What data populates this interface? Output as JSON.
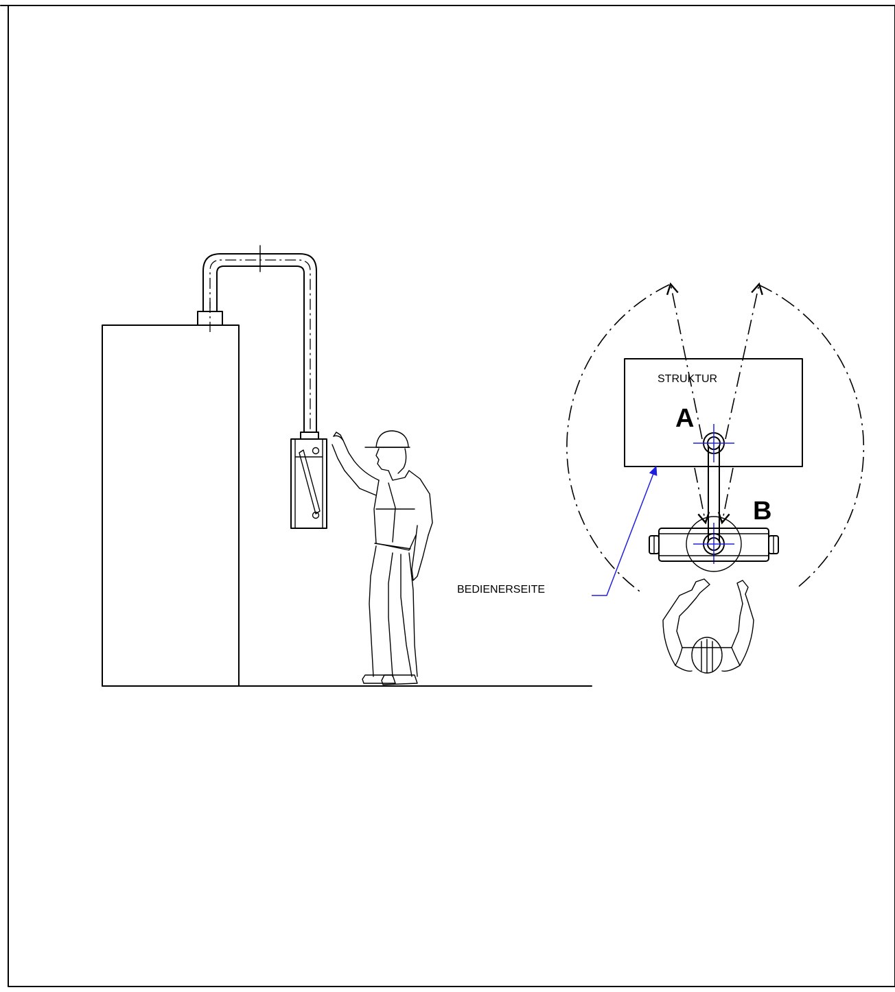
{
  "labels": {
    "struktur": "STRUKTUR",
    "a": "A",
    "b": "B",
    "bedienerseite": "BEDIENERSEITE"
  },
  "colors": {
    "line": "#000000",
    "annotation": "#1f1fe0",
    "background": "#ffffff"
  }
}
